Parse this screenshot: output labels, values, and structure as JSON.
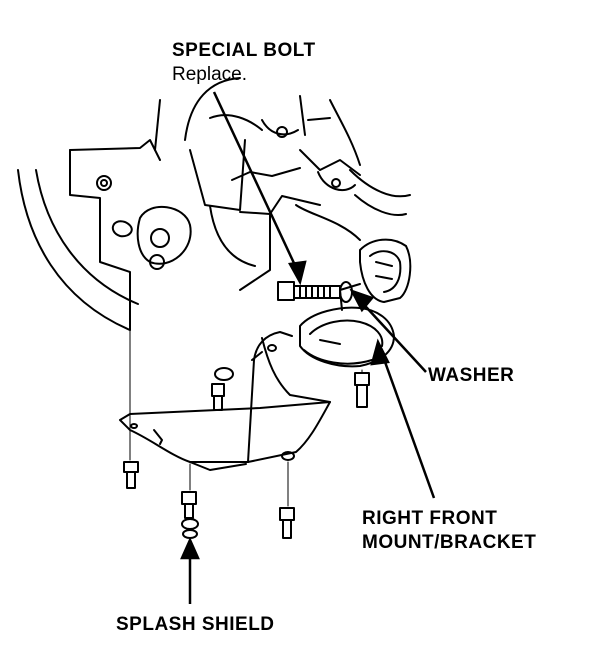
{
  "labels": {
    "special_bolt": "SPECIAL BOLT",
    "special_bolt_note": "Replace.",
    "washer": "WASHER",
    "right_front_line1": "RIGHT FRONT",
    "right_front_line2": "MOUNT/BRACKET",
    "splash_shield": "SPLASH SHIELD"
  },
  "colors": {
    "ink": "#000000",
    "paper": "#ffffff"
  }
}
